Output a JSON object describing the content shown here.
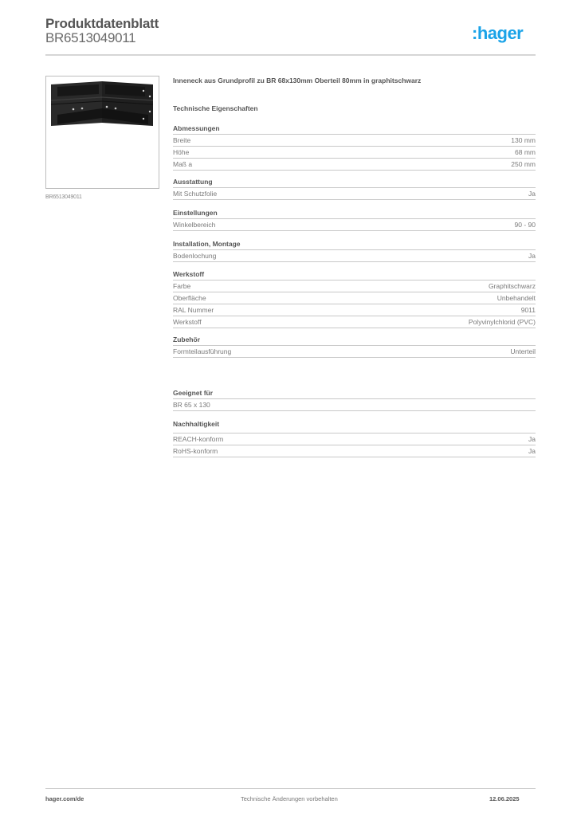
{
  "header": {
    "title": "Produktdatenblatt",
    "sku": "BR6513049011",
    "logo_text": ":hager",
    "logo_color": "#1aa3e8"
  },
  "product": {
    "image_alt": "inner-corner-duct-piece-black",
    "image_caption": "BR6513049011",
    "description": "Inneneck aus Grundprofil zu BR 68x130mm Oberteil 80mm in graphitschwarz"
  },
  "specs": {
    "heading": "Technische Eigenschaften",
    "groups": [
      {
        "title": "Abmessungen",
        "rows": [
          {
            "label": "Breite",
            "value": "130 mm"
          },
          {
            "label": "Höhe",
            "value": "68 mm"
          },
          {
            "label": "Maß a",
            "value": "250 mm"
          }
        ]
      },
      {
        "title": "Ausstattung",
        "rows": [
          {
            "label": "Mit Schutzfolie",
            "value": "Ja"
          }
        ]
      },
      {
        "title": "Einstellungen",
        "rows": [
          {
            "label": "Winkelbereich",
            "value": "90 - 90"
          }
        ]
      },
      {
        "title": "Installation, Montage",
        "rows": [
          {
            "label": "Bodenlochung",
            "value": "Ja"
          }
        ]
      },
      {
        "title": "Werkstoff",
        "rows": [
          {
            "label": "Farbe",
            "value": "Graphitschwarz"
          },
          {
            "label": "Oberfläche",
            "value": "Unbehandelt"
          },
          {
            "label": "RAL Nummer",
            "value": "9011"
          },
          {
            "label": "Werkstoff",
            "value": "Polyvinylchlorid (PVC)"
          }
        ]
      },
      {
        "title": "Zubehör",
        "rows": [
          {
            "label": "Formteilausführung",
            "value": "Unterteil"
          }
        ]
      },
      {
        "title": "Geeignet für",
        "rows": [
          {
            "label": "BR 65 x 130",
            "value": ""
          }
        ]
      },
      {
        "title": "Nachhaltigkeit",
        "rows": [
          {
            "label": "REACH-konform",
            "value": "Ja"
          },
          {
            "label": "RoHS-konform",
            "value": "Ja"
          }
        ]
      }
    ]
  },
  "footer": {
    "website": "hager.com/de",
    "disclaimer": "Technische Änderungen vorbehalten",
    "date": "12.06.2025"
  }
}
